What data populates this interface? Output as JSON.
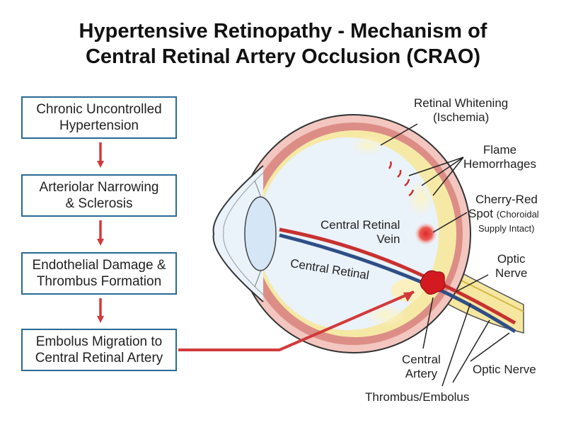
{
  "title": {
    "line1": "Hypertensive Retinopathy - Mechanism of",
    "line2": "Central Retinal Artery Occlusion (CRAO)"
  },
  "flow": [
    {
      "line1": "Chronic Uncontrolled",
      "line2": "Hypertension"
    },
    {
      "line1": "Arteriolar Narrowing",
      "line2": "& Sclerosis"
    },
    {
      "line1": "Endothelial Damage &",
      "line2": "Thrombus Formation"
    },
    {
      "line1": "Embolus Migration to",
      "line2": "Central Retinal Artery"
    }
  ],
  "labels": {
    "retinal_whitening": {
      "line1": "Retinal Whitening",
      "line2": "(Ischemia)"
    },
    "flame_hemorrhages": {
      "line1": "Flame",
      "line2": "Hemorrhages"
    },
    "cherry_red_spot": {
      "line1": "Cherry-Red",
      "line2a": "Spot",
      "line2b": "(Choroidal",
      "line3": "Supply Intact)"
    },
    "central_retinal_vein": {
      "line1": "Central Retinal",
      "line2": "Vein"
    },
    "central_retinal_on_vessel": "Central Retinal",
    "optic_nerve_upper": {
      "line1": "Optic",
      "line2": "Nerve"
    },
    "central_artery": {
      "line1": "Central",
      "line2": "Artery"
    },
    "optic_nerve_lower": "Optic Nerve",
    "thrombus_embolus": "Thrombus/Embolus"
  },
  "colors": {
    "box_border": "#2a6a95",
    "arrow_red": "#d23a3a",
    "artery_red": "#c8312f",
    "vein_blue": "#2e4e86",
    "sclera_pink": "#dc8e86",
    "retina_yellow": "#f6e9a6",
    "eye_interior": "#eaf2fa",
    "lens_blue": "#d5e6f6"
  }
}
